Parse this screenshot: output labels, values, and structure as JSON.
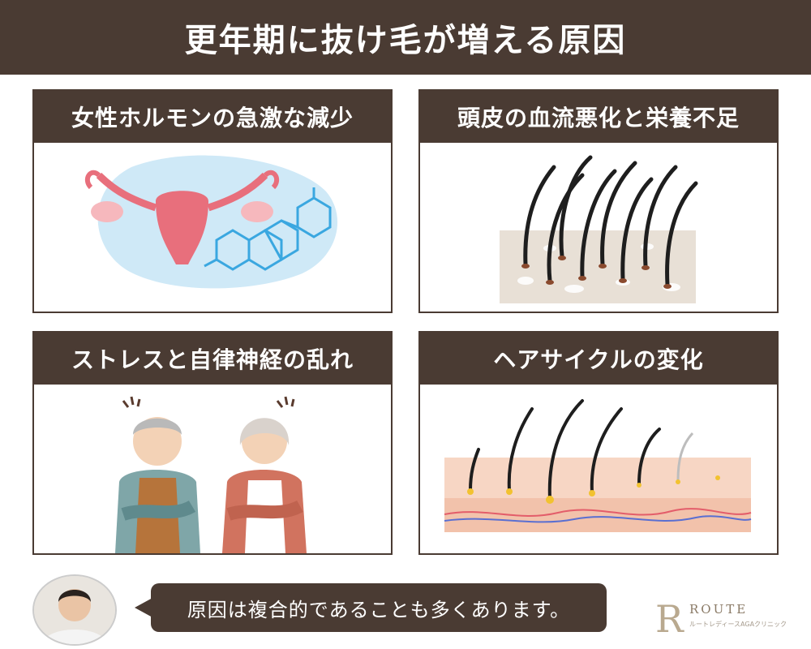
{
  "title": "更年期に抜け毛が増える原因",
  "cards": [
    {
      "heading": "女性ホルモンの急激な減少",
      "illustration": "uterus-hormone-molecule"
    },
    {
      "heading": "頭皮の血流悪化と栄養不足",
      "illustration": "hair-strands-scalp"
    },
    {
      "heading": "ストレスと自律神経の乱れ",
      "illustration": "stressed-elderly-couple"
    },
    {
      "heading": "ヘアサイクルの変化",
      "illustration": "hair-cycle-cross-section"
    }
  ],
  "footer": {
    "avatar": "doctor-portrait",
    "message": "原因は複合的であることも多くあります。",
    "logo": {
      "mark": "R",
      "name": "ROUTE",
      "tagline": "ルートレディースAGAクリニック"
    }
  },
  "colors": {
    "brand_brown": "#4a3b33",
    "accent_pink": "#e86f7c",
    "molecule_blue": "#3aa7e0"
  }
}
